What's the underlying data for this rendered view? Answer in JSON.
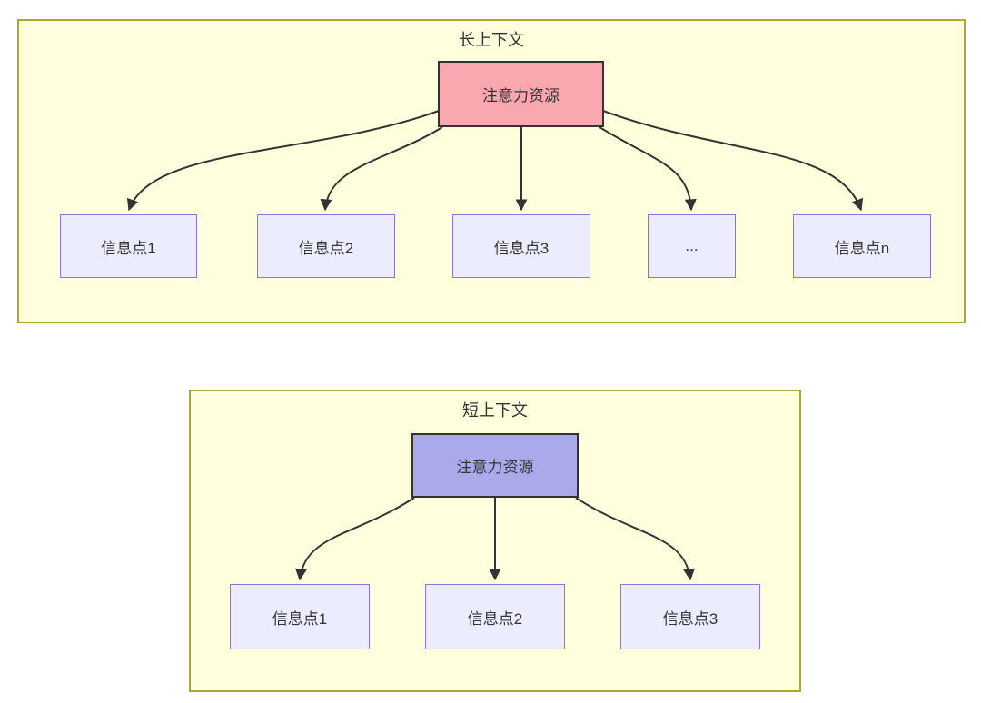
{
  "diagram": {
    "long_context": {
      "title": "长上下文",
      "attention_label": "注意力资源",
      "nodes": [
        "信息点1",
        "信息点2",
        "信息点3",
        "...",
        "信息点n"
      ]
    },
    "short_context": {
      "title": "短上下文",
      "attention_label": "注意力资源",
      "nodes": [
        "信息点1",
        "信息点2",
        "信息点3"
      ]
    },
    "colors": {
      "container_fill": "#FFFFDE",
      "container_border": "#AAAA33",
      "info_node_fill": "#ECECFF",
      "info_node_border": "#9370DB",
      "attention_long_fill": "#F9A8B0",
      "attention_short_fill": "#AAAAEB",
      "attention_border": "#333333",
      "arrow_color": "#333333"
    }
  }
}
